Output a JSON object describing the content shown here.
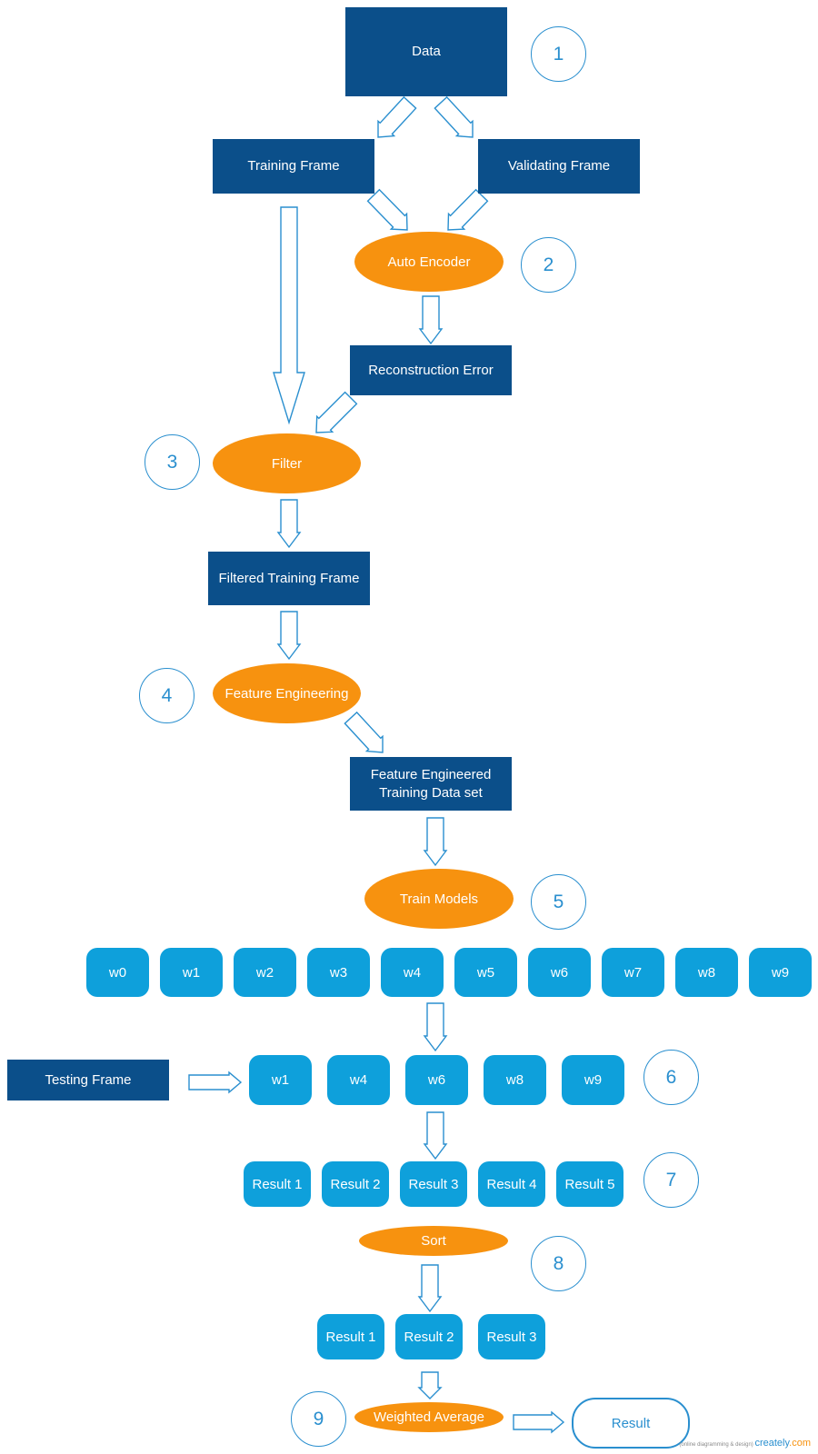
{
  "nodes": {
    "data": "Data",
    "training_frame": "Training Frame",
    "validating_frame": "Validating Frame",
    "auto_encoder": "Auto Encoder",
    "reconstruction_error": "Reconstruction Error",
    "filter": "Filter",
    "filtered_training_frame": "Filtered Training Frame",
    "feature_engineering": "Feature Engineering",
    "feature_engineered_line1": "Feature Engineered",
    "feature_engineered_line2": "Training Data set",
    "train_models": "Train Models",
    "testing_frame": "Testing Frame",
    "sort": "Sort",
    "weighted_average": "Weighted Average",
    "result": "Result"
  },
  "models": [
    "w0",
    "w1",
    "w2",
    "w3",
    "w4",
    "w5",
    "w6",
    "w7",
    "w8",
    "w9"
  ],
  "selected_models": [
    "w1",
    "w4",
    "w6",
    "w8",
    "w9"
  ],
  "results": [
    "Result 1",
    "Result 2",
    "Result 3",
    "Result 4",
    "Result 5"
  ],
  "top_results": [
    "Result 1",
    "Result 2",
    "Result 3"
  ],
  "steps": [
    "1",
    "2",
    "3",
    "4",
    "5",
    "6",
    "7",
    "8",
    "9"
  ],
  "watermark": {
    "text": "(online diagramming & design)",
    "brand": "creately",
    "domain": ".com"
  },
  "colors": {
    "dark_box": "#0b4f8a",
    "orange": "#f7920f",
    "light_blue": "#0ea0db",
    "outline": "#2a8fcf"
  }
}
